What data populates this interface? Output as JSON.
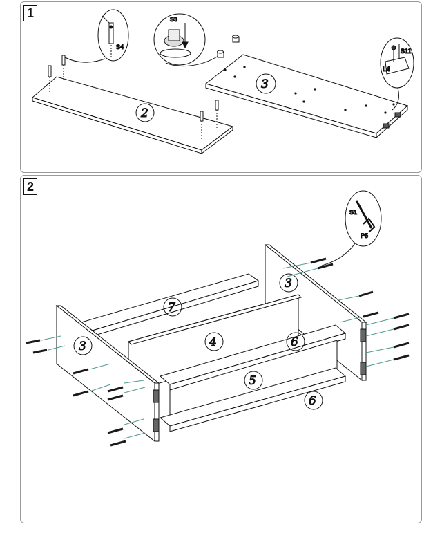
{
  "steps": [
    {
      "number": "1"
    },
    {
      "number": "2"
    }
  ],
  "step1": {
    "hardware": {
      "s4": "S4",
      "s3": "S3",
      "s11": "S11",
      "l4": "L4"
    },
    "parts": {
      "panel_a": "2",
      "panel_b": "3"
    }
  },
  "step2": {
    "hardware": {
      "s1": "S1",
      "p5": "P5"
    },
    "parts": {
      "top": "7",
      "back": "4",
      "left_side": "3",
      "right_side": "3",
      "shelf_upper": "6",
      "shelf_lower": "6",
      "front_rail": "5"
    }
  },
  "colors": {
    "line": "#111111",
    "dowel": "#4e9a92",
    "bolt": "#1a1a1a",
    "panel_border": "#9a9a9a"
  }
}
